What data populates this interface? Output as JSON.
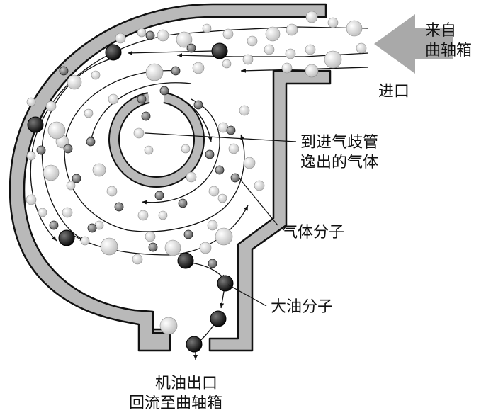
{
  "labels": {
    "inlet_source": {
      "line1": "来自",
      "line2": "曲轴箱"
    },
    "inlet": "进口",
    "escaped_gas": {
      "line1": "到进气歧管",
      "line2": "逸出的气体"
    },
    "gas_molecules": "气体分子",
    "large_oil_molecules": "大油分子",
    "oil_outlet": {
      "line1": "机油出口",
      "line2": "回流至曲轴箱"
    }
  },
  "colors": {
    "housing_fill": "#b9b9b9",
    "housing_stroke": "#111111",
    "arrow_fill": "#a9a9a9",
    "gas_molecule": "#d2d2d2",
    "medium_droplet": "#6f6f6f",
    "large_oil_droplet": "#151515"
  },
  "icons": {
    "inlet_arrow": "left-arrow-icon"
  }
}
